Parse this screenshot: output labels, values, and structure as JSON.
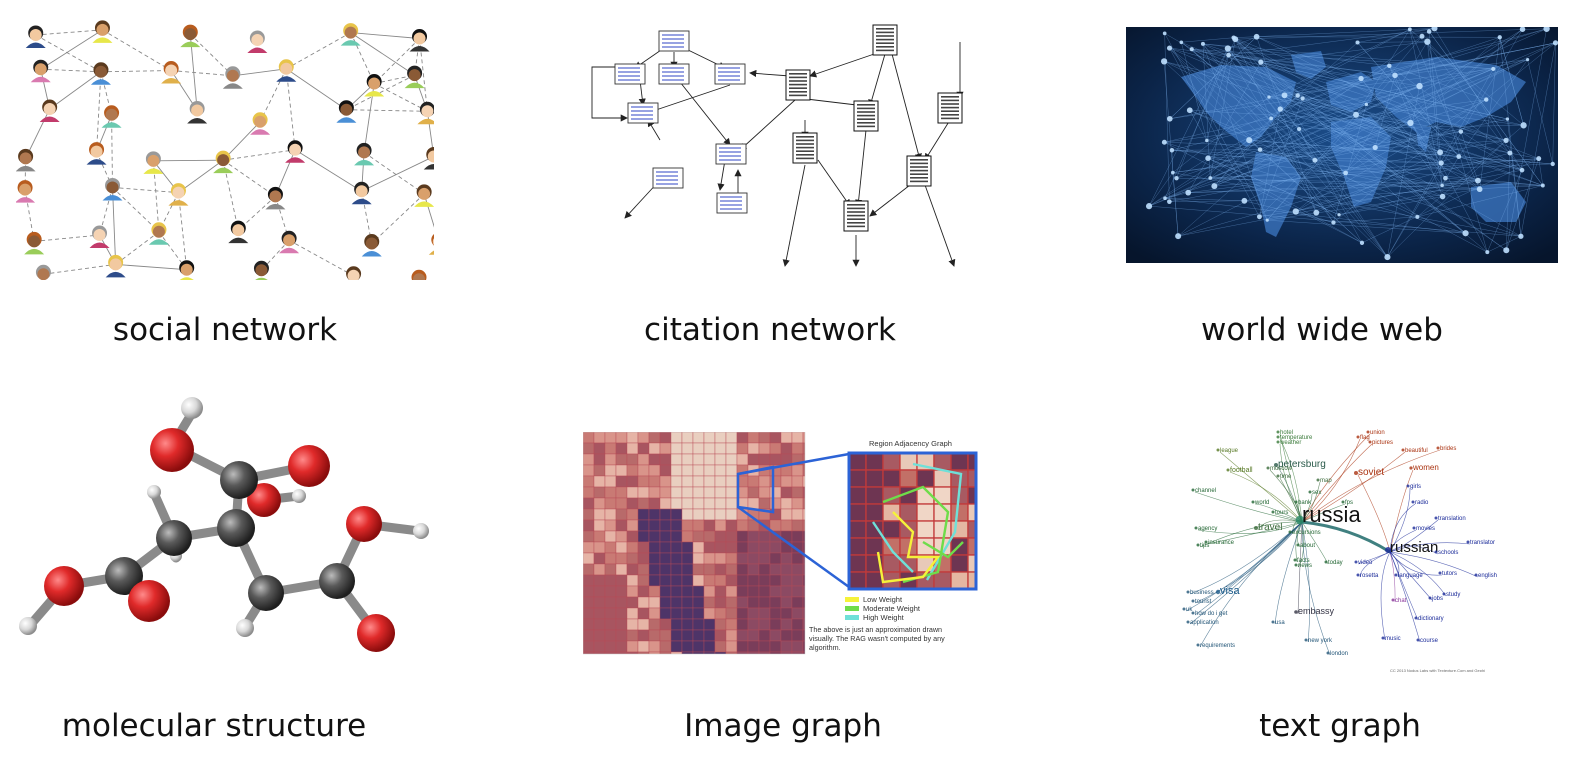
{
  "captions": {
    "social": "social network",
    "citation": "citation network",
    "www": "world wide web",
    "molecule": "molecular structure",
    "image": "Image graph",
    "text": "text graph"
  },
  "rag": {
    "title": "Region Adjacency Graph",
    "legend": [
      {
        "label": "Low Weight",
        "color": "#f5f23a"
      },
      {
        "label": "Moderate Weight",
        "color": "#6fdc4a"
      },
      {
        "label": "High Weight",
        "color": "#6fe0d8"
      }
    ],
    "note_lines": [
      "The above is just an approximation drawn",
      "visually. The RAG wasn't computed by any",
      "algorithm."
    ]
  },
  "text_graph": {
    "words": [
      {
        "t": "russia",
        "c": "#2a8a6a",
        "s": 22
      },
      {
        "t": "russian",
        "c": "#1a2a99",
        "s": 15
      },
      {
        "t": "petersburg",
        "c": "#2a5a4a",
        "s": 10
      },
      {
        "t": "soviet",
        "c": "#aa3311",
        "s": 10
      },
      {
        "t": "travel",
        "c": "#3a6a3a",
        "s": 10
      },
      {
        "t": "visa",
        "c": "#1a5a8a",
        "s": 11
      },
      {
        "t": "embassy",
        "c": "#334",
        "s": 9
      },
      {
        "t": "women",
        "c": "#aa3311",
        "s": 8
      },
      {
        "t": "hotel",
        "c": "#3a7a3a",
        "s": 6
      },
      {
        "t": "temperature",
        "c": "#3a7a3a",
        "s": 6
      },
      {
        "t": "weather",
        "c": "#3a7a3a",
        "s": 6
      },
      {
        "t": "union",
        "c": "#aa3311",
        "s": 6
      },
      {
        "t": "flag",
        "c": "#aa3311",
        "s": 6
      },
      {
        "t": "pictures",
        "c": "#aa3311",
        "s": 6
      },
      {
        "t": "beautiful",
        "c": "#aa3311",
        "s": 6
      },
      {
        "t": "brides",
        "c": "#aa3311",
        "s": 6
      },
      {
        "t": "league",
        "c": "#557722",
        "s": 6
      },
      {
        "t": "football",
        "c": "#557722",
        "s": 7
      },
      {
        "t": "moscow",
        "c": "#3a6a3a",
        "s": 6
      },
      {
        "t": "time",
        "c": "#3a6a3a",
        "s": 6
      },
      {
        "t": "map",
        "c": "#3a6a3a",
        "s": 6
      },
      {
        "t": "channel",
        "c": "#226633",
        "s": 6
      },
      {
        "t": "world",
        "c": "#226633",
        "s": 6
      },
      {
        "t": "bank",
        "c": "#226633",
        "s": 6
      },
      {
        "t": "sex",
        "c": "#226633",
        "s": 6
      },
      {
        "t": "fps",
        "c": "#226633",
        "s": 6
      },
      {
        "t": "girls",
        "c": "#1a2a99",
        "s": 6
      },
      {
        "t": "radio",
        "c": "#1a2a99",
        "s": 6
      },
      {
        "t": "music",
        "c": "#1a2a99",
        "s": 6
      },
      {
        "t": "agency",
        "c": "#226633",
        "s": 6
      },
      {
        "t": "tours",
        "c": "#226633",
        "s": 6
      },
      {
        "t": "excursions",
        "c": "#226633",
        "s": 6
      },
      {
        "t": "translation",
        "c": "#1a2a99",
        "s": 6
      },
      {
        "t": "movies",
        "c": "#1a2a99",
        "s": 6
      },
      {
        "t": "tips",
        "c": "#226633",
        "s": 6
      },
      {
        "t": "insurance",
        "c": "#226633",
        "s": 6
      },
      {
        "t": "about",
        "c": "#226633",
        "s": 6
      },
      {
        "t": "translator",
        "c": "#1a2a99",
        "s": 6
      },
      {
        "t": "schools",
        "c": "#1a2a99",
        "s": 6
      },
      {
        "t": "facts",
        "c": "#226633",
        "s": 6
      },
      {
        "t": "news",
        "c": "#226633",
        "s": 6
      },
      {
        "t": "today",
        "c": "#226633",
        "s": 6
      },
      {
        "t": "video",
        "c": "#1a2a99",
        "s": 6
      },
      {
        "t": "rosetta",
        "c": "#1a2a99",
        "s": 6
      },
      {
        "t": "language",
        "c": "#1a2a99",
        "s": 6
      },
      {
        "t": "tutors",
        "c": "#1a2a99",
        "s": 6
      },
      {
        "t": "english",
        "c": "#1a2a99",
        "s": 6
      },
      {
        "t": "business",
        "c": "#225577",
        "s": 6
      },
      {
        "t": "tourist",
        "c": "#225577",
        "s": 6
      },
      {
        "t": "uk",
        "c": "#225577",
        "s": 6
      },
      {
        "t": "how do i get",
        "c": "#225577",
        "s": 6
      },
      {
        "t": "application",
        "c": "#225577",
        "s": 6
      },
      {
        "t": "usa",
        "c": "#225577",
        "s": 6
      },
      {
        "t": "chat",
        "c": "#883399",
        "s": 6
      },
      {
        "t": "jobs",
        "c": "#1a2a99",
        "s": 6
      },
      {
        "t": "study",
        "c": "#1a2a99",
        "s": 6
      },
      {
        "t": "dictionary",
        "c": "#1a2a99",
        "s": 6
      },
      {
        "t": "course",
        "c": "#1a2a99",
        "s": 6
      },
      {
        "t": "requirements",
        "c": "#225577",
        "s": 6
      },
      {
        "t": "new york",
        "c": "#225577",
        "s": 6
      },
      {
        "t": "london",
        "c": "#225577",
        "s": 6
      },
      {
        "t": "CC 2013 Nodus Labs with Textexture.Com and Gephi",
        "c": "#666",
        "s": 4
      }
    ]
  }
}
